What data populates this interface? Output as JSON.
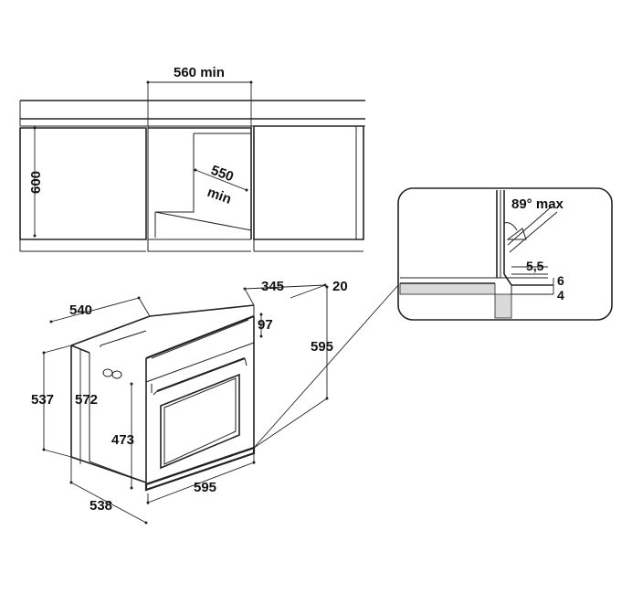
{
  "cabinet_section": {
    "opening_width": "560 min",
    "cabinet_height": "600",
    "opening_depth_line1": "550",
    "opening_depth_line2": "min"
  },
  "oven_section": {
    "overall_depth": "540",
    "left_depth": "537",
    "body_height": "572",
    "door_depth": "345",
    "door_offset": "20",
    "control_panel_height": "97",
    "overall_height": "595",
    "cavity_height": "473",
    "overall_width": "595",
    "body_depth": "538"
  },
  "detail_inset": {
    "max_angle": "89° max",
    "gap": "5,5",
    "offset_upper": "6",
    "offset_lower": "4"
  },
  "colors": {
    "line": "#222222",
    "hatch_fill": "#d9d9d9"
  }
}
